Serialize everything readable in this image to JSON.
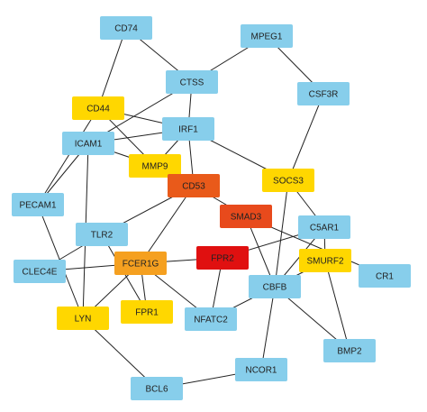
{
  "colors": {
    "blue": "#87ceeb",
    "yellow": "#ffd700",
    "orange_light": "#f5a020",
    "orange_dark": "#e95a1a",
    "red_orange": "#e84a1c",
    "red": "#e01010"
  },
  "nodes": [
    {
      "id": "CD74",
      "label": "CD74",
      "color": "blue"
    },
    {
      "id": "MPEG1",
      "label": "MPEG1",
      "color": "blue"
    },
    {
      "id": "CTSS",
      "label": "CTSS",
      "color": "blue"
    },
    {
      "id": "CSF3R",
      "label": "CSF3R",
      "color": "blue"
    },
    {
      "id": "CD44",
      "label": "CD44",
      "color": "yellow"
    },
    {
      "id": "IRF1",
      "label": "IRF1",
      "color": "blue"
    },
    {
      "id": "ICAM1",
      "label": "ICAM1",
      "color": "blue"
    },
    {
      "id": "MMP9",
      "label": "MMP9",
      "color": "yellow"
    },
    {
      "id": "SOCS3",
      "label": "SOCS3",
      "color": "yellow"
    },
    {
      "id": "CD53",
      "label": "CD53",
      "color": "orange_dark"
    },
    {
      "id": "PECAM1",
      "label": "PECAM1",
      "color": "blue"
    },
    {
      "id": "SMAD3",
      "label": "SMAD3",
      "color": "red_orange"
    },
    {
      "id": "C5AR1",
      "label": "C5AR1",
      "color": "blue"
    },
    {
      "id": "TLR2",
      "label": "TLR2",
      "color": "blue"
    },
    {
      "id": "FPR2",
      "label": "FPR2",
      "color": "red"
    },
    {
      "id": "SMURF2",
      "label": "SMURF2",
      "color": "yellow"
    },
    {
      "id": "FCER1G",
      "label": "FCER1G",
      "color": "orange_light"
    },
    {
      "id": "CLEC4E",
      "label": "CLEC4E",
      "color": "blue"
    },
    {
      "id": "CR1",
      "label": "CR1",
      "color": "blue"
    },
    {
      "id": "CBFB",
      "label": "CBFB",
      "color": "blue"
    },
    {
      "id": "FPR1",
      "label": "FPR1",
      "color": "yellow"
    },
    {
      "id": "LYN",
      "label": "LYN",
      "color": "yellow"
    },
    {
      "id": "NFATC2",
      "label": "NFATC2",
      "color": "blue"
    },
    {
      "id": "BMP2",
      "label": "BMP2",
      "color": "blue"
    },
    {
      "id": "NCOR1",
      "label": "NCOR1",
      "color": "blue"
    },
    {
      "id": "BCL6",
      "label": "BCL6",
      "color": "blue"
    }
  ],
  "edges": [
    [
      "CD74",
      "CD44"
    ],
    [
      "CD74",
      "CTSS"
    ],
    [
      "MPEG1",
      "CTSS"
    ],
    [
      "MPEG1",
      "CSF3R"
    ],
    [
      "CTSS",
      "IRF1"
    ],
    [
      "CTSS",
      "ICAM1"
    ],
    [
      "CSF3R",
      "SOCS3"
    ],
    [
      "CD44",
      "IRF1"
    ],
    [
      "CD44",
      "MMP9"
    ],
    [
      "CD44",
      "PECAM1"
    ],
    [
      "IRF1",
      "ICAM1"
    ],
    [
      "IRF1",
      "MMP9"
    ],
    [
      "IRF1",
      "SOCS3"
    ],
    [
      "IRF1",
      "CD53"
    ],
    [
      "ICAM1",
      "MMP9"
    ],
    [
      "ICAM1",
      "PECAM1"
    ],
    [
      "ICAM1",
      "LYN"
    ],
    [
      "SOCS3",
      "CBFB"
    ],
    [
      "SOCS3",
      "C5AR1"
    ],
    [
      "CD53",
      "SMAD3"
    ],
    [
      "CD53",
      "TLR2"
    ],
    [
      "CD53",
      "FCER1G"
    ],
    [
      "PECAM1",
      "LYN"
    ],
    [
      "SMAD3",
      "CR1"
    ],
    [
      "SMAD3",
      "CBFB"
    ],
    [
      "C5AR1",
      "FPR2"
    ],
    [
      "C5AR1",
      "SMURF2"
    ],
    [
      "C5AR1",
      "CBFB"
    ],
    [
      "TLR2",
      "FPR1"
    ],
    [
      "TLR2",
      "CLEC4E"
    ],
    [
      "FPR2",
      "FCER1G"
    ],
    [
      "FPR2",
      "NFATC2"
    ],
    [
      "SMURF2",
      "BMP2"
    ],
    [
      "SMURF2",
      "CBFB"
    ],
    [
      "FCER1G",
      "CLEC4E"
    ],
    [
      "FCER1G",
      "LYN"
    ],
    [
      "FCER1G",
      "FPR1"
    ],
    [
      "FCER1G",
      "NFATC2"
    ],
    [
      "CBFB",
      "NFATC2"
    ],
    [
      "CBFB",
      "BMP2"
    ],
    [
      "CBFB",
      "NCOR1"
    ],
    [
      "LYN",
      "BCL6"
    ],
    [
      "NCOR1",
      "BCL6"
    ]
  ]
}
